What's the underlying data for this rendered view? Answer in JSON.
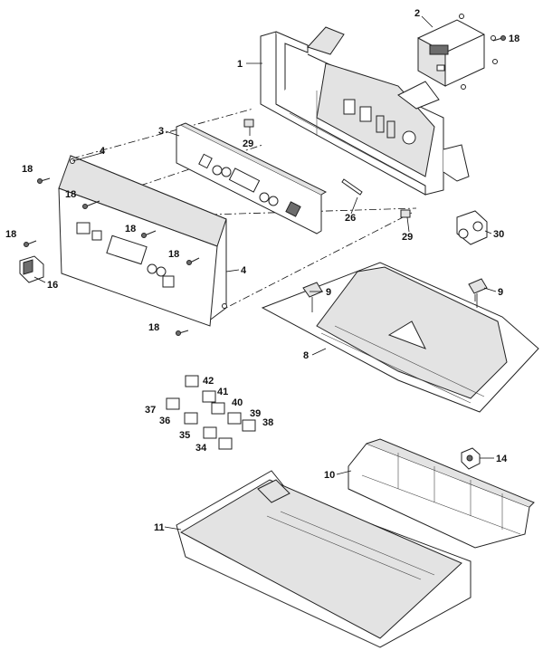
{
  "diagram": {
    "labels": {
      "p1": "1",
      "p2": "2",
      "p3": "3",
      "p4a": "4",
      "p4b": "4",
      "p8": "8",
      "p9a": "9",
      "p9b": "9",
      "p10": "10",
      "p11": "11",
      "p14": "14",
      "p16": "16",
      "p18a": "18",
      "p18b": "18",
      "p18c": "18",
      "p18d": "18",
      "p18e": "18",
      "p18f": "18",
      "p18g": "18",
      "p26": "26",
      "p29a": "29",
      "p29b": "29",
      "p30": "30",
      "p34": "34",
      "p35": "35",
      "p36": "36",
      "p37": "37",
      "p38": "38",
      "p39": "39",
      "p40": "40",
      "p41": "41",
      "p42": "42"
    }
  }
}
